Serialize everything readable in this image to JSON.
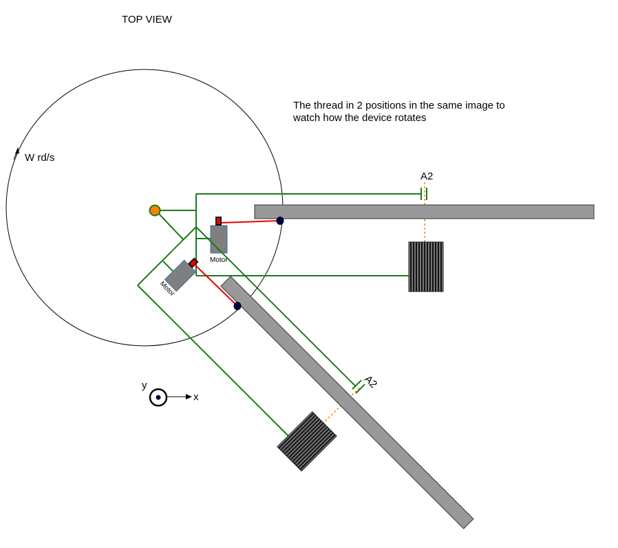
{
  "title": "TOP VIEW",
  "note": {
    "line1": "The thread in 2 positions in the same image to",
    "line2": "watch how the device rotates"
  },
  "rotation_label": "W  rd/s",
  "axis_labels": {
    "y": "y",
    "x": "x"
  },
  "joint_label": "A2",
  "motor_label": "Motor",
  "colors": {
    "frame": "#1a7a1a",
    "bar_fill": "#999999",
    "thread": "#e60000",
    "pivot": "#ff8000",
    "axis_line": "#ff8000",
    "motor_fill": "#7f7f7f"
  }
}
